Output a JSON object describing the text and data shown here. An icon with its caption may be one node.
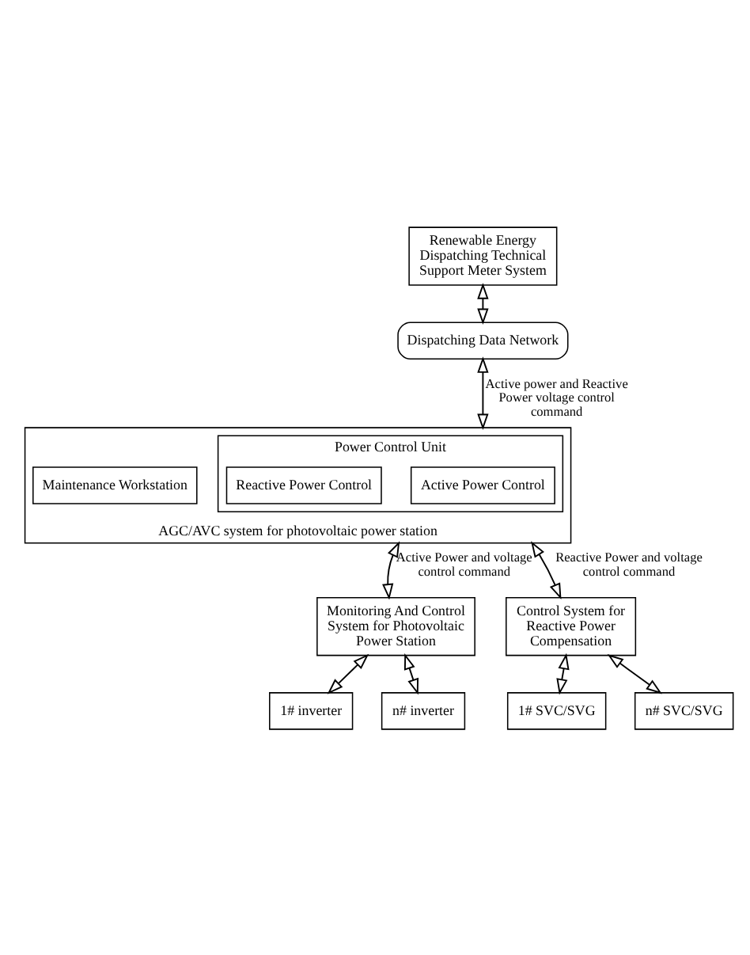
{
  "diagram": {
    "nodes": [
      {
        "text": [
          "Renewable Energy Dispatching Technical Support Meter System"
        ]
      },
      {
        "text": [
          "Dispatching Data Network"
        ]
      },
      {
        "text": [
          "AGC/AVC system for photovoltaic power station"
        ]
      },
      {
        "text": [
          "Power Control Unit"
        ],
        "in": 2
      },
      {
        "text": [
          "Active Power Control"
        ],
        "in": 3
      },
      {
        "text": [
          "Reactive Power Control"
        ],
        "in": 3
      },
      {
        "text": [
          "Maintenance Workstation"
        ],
        "in": 2
      },
      {
        "text": [
          "Monitoring And Control System for Photovoltaic Power Station"
        ]
      },
      {
        "text": [
          "Control System for Reactive Power Compensation"
        ]
      },
      {
        "text": [
          "1# inverter"
        ]
      },
      {
        "text": [
          "n# inverter"
        ]
      },
      {
        "text": [
          "1# SVC/SVG"
        ]
      },
      {
        "text": [
          "n# SVC/SVG"
        ]
      }
    ],
    "edges": [
      {
        "from": 0,
        "to": 1,
        "arrow": "both"
      },
      {
        "from": 1,
        "to": 2,
        "arrow": "both",
        "label": "Active power and Reactive Power voltage control command"
      },
      {
        "from": 2,
        "to": 7,
        "arrow": "both",
        "label": "Active Power and voltage control command"
      },
      {
        "from": 2,
        "to": 8,
        "arrow": "both",
        "label": "Reactive Power and voltage control command"
      },
      {
        "from": 7,
        "to": 9,
        "arrow": "both"
      },
      {
        "from": 7,
        "to": 10,
        "arrow": "both"
      },
      {
        "from": 8,
        "to": 11,
        "arrow": "both"
      },
      {
        "from": 8,
        "to": 12,
        "arrow": "both"
      }
    ]
  }
}
